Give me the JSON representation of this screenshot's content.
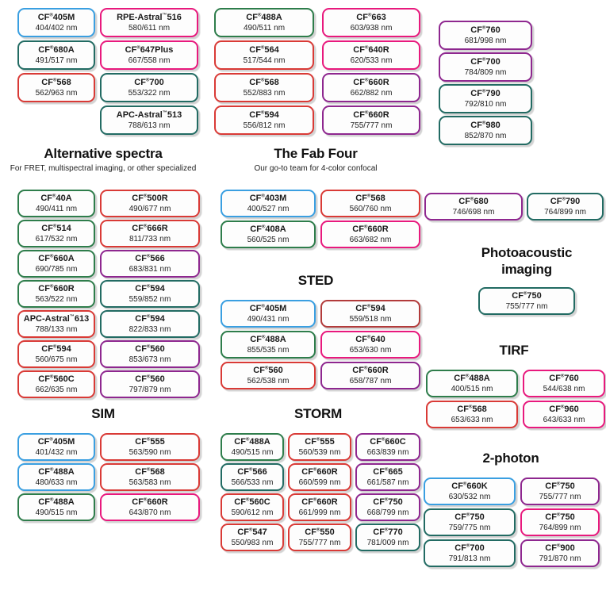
{
  "colors": {
    "blue": "#3a9fe1",
    "green": "#2e7d4b",
    "red": "#d93a36",
    "pink": "#e8197d",
    "purple": "#8e278f",
    "teal": "#226b63",
    "maroon": "#b23b3b"
  },
  "top_columns": [
    {
      "pills": [
        {
          "name": "CF®405M",
          "nm": "404/402 nm",
          "color": "blue"
        },
        {
          "name": "CF®680A",
          "nm": "491/517 nm",
          "color": "teal"
        },
        {
          "name": "CF®568",
          "nm": "562/963 nm",
          "color": "red"
        }
      ]
    },
    {
      "pills": [
        {
          "name": "RPE-Astral™516",
          "nm": "580/611 nm",
          "color": "pink"
        },
        {
          "name": "CF®647Plus",
          "nm": "667/558 nm",
          "color": "pink"
        },
        {
          "name": "CF®700",
          "nm": "553/322 nm",
          "color": "teal"
        },
        {
          "name": "APC-Astral™513",
          "nm": "788/613 nm",
          "color": "teal"
        }
      ]
    },
    {
      "pills": [
        {
          "name": "CF®488A",
          "nm": "490/511 nm",
          "color": "green"
        },
        {
          "name": "CF®564",
          "nm": "517/544 nm",
          "color": "red"
        },
        {
          "name": "CF®568",
          "nm": "552/883 nm",
          "color": "red"
        },
        {
          "name": "CF®594",
          "nm": "556/812 nm",
          "color": "red"
        }
      ]
    },
    {
      "pills": [
        {
          "name": "CF®663",
          "nm": "603/938 nm",
          "color": "pink"
        },
        {
          "name": "CF®640R",
          "nm": "620/533 nm",
          "color": "pink"
        },
        {
          "name": "CF®660R",
          "nm": "662/882 nm",
          "color": "purple"
        },
        {
          "name": "CF®660R",
          "nm": "755/777 nm",
          "color": "purple"
        }
      ]
    },
    {
      "pills": [
        {
          "name": "CF®760",
          "nm": "681/998 nm",
          "color": "purple"
        },
        {
          "name": "CF®700",
          "nm": "784/809 nm",
          "color": "purple"
        },
        {
          "name": "CF®790",
          "nm": "792/810 nm",
          "color": "teal"
        },
        {
          "name": "CF®980",
          "nm": "852/870 nm",
          "color": "teal"
        }
      ]
    }
  ],
  "mid_right": {
    "pills": [
      {
        "name": "CF®680",
        "nm": "746/698 nm",
        "color": "purple"
      },
      {
        "name": "CF®790",
        "nm": "764/899 nm",
        "color": "teal"
      }
    ]
  },
  "sections": {
    "alternative": {
      "title": "Alternative spectra",
      "subtitle": "For FRET, multispectral imaging, or other specialized",
      "pills": [
        {
          "name": "CF®40A",
          "nm": "490/411 nm",
          "color": "green"
        },
        {
          "name": "CF®500R",
          "nm": "490/677 nm",
          "color": "red"
        },
        {
          "name": "CF®514",
          "nm": "617/532 nm",
          "color": "green"
        },
        {
          "name": "CF®666R",
          "nm": "811/733 nm",
          "color": "red"
        },
        {
          "name": "CF®660A",
          "nm": "690/785 nm",
          "color": "green"
        },
        {
          "name": "CF®566",
          "nm": "683/831 nm",
          "color": "purple"
        },
        {
          "name": "CF®660R",
          "nm": "563/522 nm",
          "color": "green"
        },
        {
          "name": "CF®594",
          "nm": "559/852 nm",
          "color": "teal"
        },
        {
          "name": "APC-Astral™613",
          "nm": "788/133 nm",
          "color": "red"
        },
        {
          "name": "CF®594",
          "nm": "822/833 nm",
          "color": "teal"
        },
        {
          "name": "CF®594",
          "nm": "560/675 nm",
          "color": "red"
        },
        {
          "name": "CF®560",
          "nm": "853/673 nm",
          "color": "purple"
        },
        {
          "name": "CF®560C",
          "nm": "662/635 nm",
          "color": "red"
        },
        {
          "name": "CF®560",
          "nm": "797/879 nm",
          "color": "purple"
        }
      ]
    },
    "fab_four": {
      "title": "The Fab Four",
      "subtitle": "Our go-to team for 4-color confocal",
      "pills": [
        {
          "name": "CF®403M",
          "nm": "400/527 nm",
          "color": "blue"
        },
        {
          "name": "CF®568",
          "nm": "560/760 nm",
          "color": "red"
        },
        {
          "name": "CF®408A",
          "nm": "560/525 nm",
          "color": "green"
        },
        {
          "name": "CF®660R",
          "nm": "663/682 nm",
          "color": "pink"
        }
      ]
    },
    "sted": {
      "title": "STED",
      "pills": [
        {
          "name": "CF®405M",
          "nm": "490/431 nm",
          "color": "blue"
        },
        {
          "name": "CF®594",
          "nm": "559/518 nm",
          "color": "maroon"
        },
        {
          "name": "CF®488A",
          "nm": "855/535 nm",
          "color": "green"
        },
        {
          "name": "CF®640",
          "nm": "653/630 nm",
          "color": "pink"
        },
        {
          "name": "CF®560",
          "nm": "562/538 nm",
          "color": "red"
        },
        {
          "name": "CF®660R",
          "nm": "658/787 nm",
          "color": "purple"
        }
      ]
    },
    "photoacoustic": {
      "title": "Photoacoustic imaging",
      "pills": [
        {
          "name": "CF®750",
          "nm": "755/777 nm",
          "color": "teal"
        }
      ]
    },
    "tirf": {
      "title": "TIRF",
      "pills": [
        {
          "name": "CF®488A",
          "nm": "400/515 nm",
          "color": "green"
        },
        {
          "name": "CF®760",
          "nm": "544/638 nm",
          "color": "pink"
        },
        {
          "name": "CF®568",
          "nm": "653/633 nm",
          "color": "red"
        },
        {
          "name": "CF®960",
          "nm": "643/633 nm",
          "color": "pink"
        }
      ]
    },
    "sim": {
      "title": "SIM",
      "pills": [
        {
          "name": "CF®405M",
          "nm": "401/432 nm",
          "color": "blue"
        },
        {
          "name": "CF®555",
          "nm": "563/590 nm",
          "color": "red"
        },
        {
          "name": "CF®488A",
          "nm": "480/633 nm",
          "color": "blue"
        },
        {
          "name": "CF®568",
          "nm": "563/583 nm",
          "color": "red"
        },
        {
          "name": "CF®488A",
          "nm": "490/515 nm",
          "color": "green"
        },
        {
          "name": "CF®660R",
          "nm": "643/870 nm",
          "color": "pink"
        }
      ]
    },
    "storm": {
      "title": "STORM",
      "pills": [
        {
          "name": "CF®488A",
          "nm": "490/515 nm",
          "color": "green"
        },
        {
          "name": "CF®555",
          "nm": "560/539 nm",
          "color": "red"
        },
        {
          "name": "CF®660C",
          "nm": "663/839 nm",
          "color": "purple"
        },
        {
          "name": "CF®566",
          "nm": "566/533 nm",
          "color": "teal"
        },
        {
          "name": "CF®660R",
          "nm": "660/599 nm",
          "color": "red"
        },
        {
          "name": "CF®665",
          "nm": "661/587 nm",
          "color": "purple"
        },
        {
          "name": "CF®560C",
          "nm": "590/612 nm",
          "color": "red"
        },
        {
          "name": "CF®660R",
          "nm": "661/999 nm",
          "color": "red"
        },
        {
          "name": "CF®750",
          "nm": "668/799 nm",
          "color": "purple"
        },
        {
          "name": "CF®547",
          "nm": "550/983 nm",
          "color": "red"
        },
        {
          "name": "CF®550",
          "nm": "755/777 nm",
          "color": "red"
        },
        {
          "name": "CF®770",
          "nm": "781/009 nm",
          "color": "teal"
        }
      ]
    },
    "two_photon": {
      "title": "2-photon",
      "pills": [
        {
          "name": "CF®660K",
          "nm": "630/532 nm",
          "color": "blue"
        },
        {
          "name": "CF®750",
          "nm": "755/777 nm",
          "color": "purple"
        },
        {
          "name": "CF®750",
          "nm": "759/775 nm",
          "color": "teal"
        },
        {
          "name": "CF®750",
          "nm": "764/899 nm",
          "color": "pink"
        },
        {
          "name": "CF®700",
          "nm": "791/813 nm",
          "color": "teal"
        },
        {
          "name": "CF®900",
          "nm": "791/870 nm",
          "color": "purple"
        }
      ]
    }
  }
}
